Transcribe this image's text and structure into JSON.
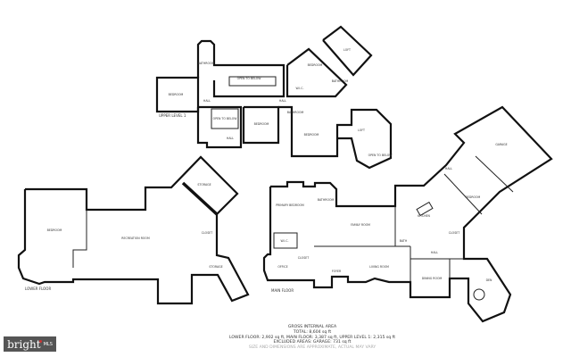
{
  "upper_level": {
    "label": "UPPER LEVEL 1",
    "rooms": [
      "BEDROOM",
      "BATHROOM",
      "OPEN TO BELOW",
      "BEDROOM",
      "LOFT",
      "BATHROOM",
      "W.I.C.",
      "HALL",
      "HALL",
      "OPEN TO BELOW",
      "HALL",
      "BEDROOM",
      "BATHROOM",
      "BEDROOM",
      "LOFT",
      "OPEN TO BELOW"
    ]
  },
  "lower_floor": {
    "label": "LOWER FLOOR",
    "rooms": [
      "BEDROOM",
      "RECREATION ROOM",
      "STORAGE",
      "CLOSET",
      "STORAGE"
    ]
  },
  "main_floor": {
    "label": "MAIN FLOOR",
    "rooms": [
      "PRIMARY BEDROOM",
      "BATHROOM",
      "W.I.C.",
      "OFFICE",
      "CLOSET",
      "FOYER",
      "FAMILY ROOM",
      "LIVING ROOM",
      "DINING ROOM",
      "KITCHEN",
      "HALL",
      "HALL",
      "BEDROOM",
      "GARAGE",
      "DEN",
      "CLOSET",
      "BATH"
    ]
  },
  "summary": {
    "title": "GROSS INTERNAL AREA",
    "total": "TOTAL: 8,604 sq ft",
    "breakdown": "LOWER FLOOR: 2,902 sq ft, MAIN FLOOR: 3,387 sq ft, UPPER LEVEL 1: 2,315 sq ft",
    "excluded": "EXCLUDED AREAS: GARAGE: 731 sq ft",
    "note": "SIZE AND DIMENSIONS ARE APPROXIMATE, ACTUAL MAY VARY"
  },
  "logo": {
    "text": "bright",
    "suffix": "MLS",
    "accent": "#cc3333"
  }
}
